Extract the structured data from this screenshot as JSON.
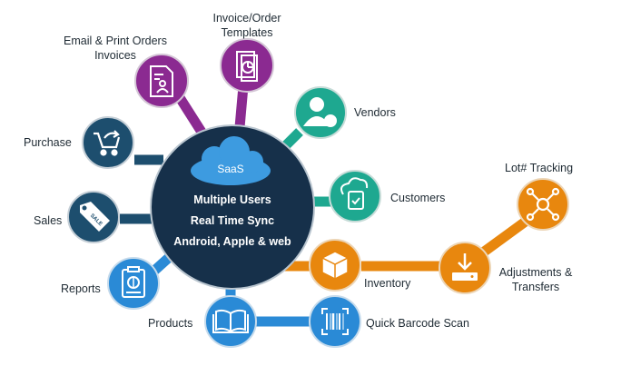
{
  "hub": {
    "cloud_label": "SaaS",
    "line1": "Multiple Users",
    "line2": "Real Time Sync",
    "line3": "Android, Apple & web"
  },
  "nodes": {
    "email_print": {
      "line1": "Email & Print Orders",
      "line2": "Invoices",
      "icon": "invoice-person-icon"
    },
    "invoice_templates": {
      "line1": "Invoice/Order",
      "line2": "Templates",
      "icon": "document-chart-icon"
    },
    "vendors": {
      "label": "Vendors",
      "icon": "user-icon"
    },
    "purchase": {
      "label": "Purchase",
      "icon": "cart-icon"
    },
    "customers": {
      "label": "Customers",
      "icon": "cloud-clipboard-icon"
    },
    "sales": {
      "label": "Sales",
      "icon": "sale-tag-icon"
    },
    "reports": {
      "label": "Reports",
      "icon": "dollar-clipboard-icon"
    },
    "inventory": {
      "label": "Inventory",
      "icon": "box-icon"
    },
    "adjustments": {
      "line1": "Adjustments &",
      "line2": "Transfers",
      "icon": "download-tray-icon"
    },
    "lot_tracking": {
      "label": "Lot# Tracking",
      "icon": "network-hub-icon"
    },
    "products": {
      "label": "Products",
      "icon": "book-icon"
    },
    "barcode": {
      "label": "Quick Barcode Scan",
      "icon": "barcode-icon"
    },
    "sale_tag_text": "SALE"
  },
  "colors": {
    "hub": "#16304a",
    "purple": "#8b2a91",
    "green": "#1ea890",
    "navy": "#1d4e6e",
    "blue": "#2a8ad6",
    "orange": "#e8870e",
    "cloud": "#3d9be0"
  }
}
